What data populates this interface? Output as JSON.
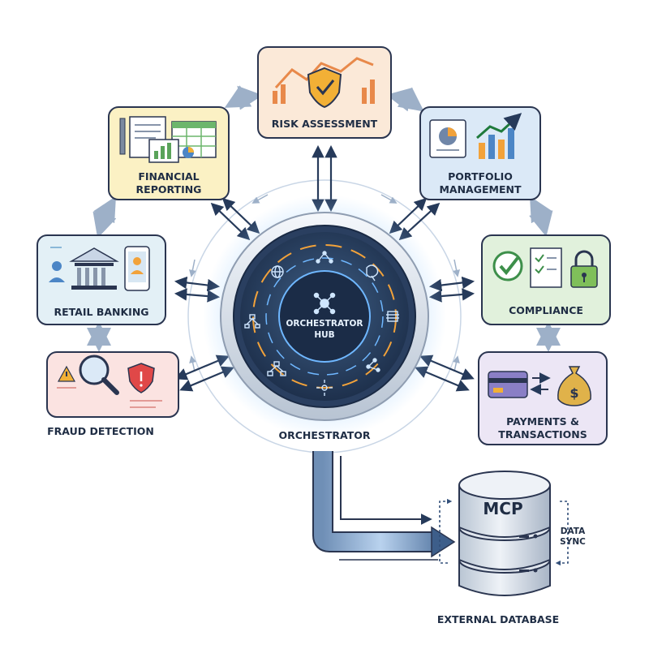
{
  "hub": {
    "title_line1": "ORCHESTRATOR",
    "title_line2": "HUB",
    "caption": "ORCHESTRATOR"
  },
  "modules": {
    "risk": {
      "label": "RISK ASSESSMENT",
      "icon": "shield-check-chart-icon",
      "color": "#fbe9d8"
    },
    "financial": {
      "line1": "FINANCIAL",
      "line2": "REPORTING",
      "icon": "document-spreadsheet-icon",
      "color": "#fbf1c4"
    },
    "portfolio": {
      "line1": "PORTFOLIO",
      "line2": "MANAGEMENT",
      "icon": "pie-bar-chart-icon",
      "color": "#dbe9f7"
    },
    "retail": {
      "label": "RETAIL BANKING",
      "icon": "bank-mobile-icon",
      "color": "#e3f0f6"
    },
    "compliance": {
      "label": "COMPLIANCE",
      "icon": "checkmark-lock-icon",
      "color": "#e1f1dc"
    },
    "fraud": {
      "label": "FRAUD DETECTION",
      "icon": "magnifier-alert-icon",
      "color": "#fbe3e1"
    },
    "payments": {
      "line1": "PAYMENTS &",
      "line2": "TRANSACTIONS",
      "icon": "card-money-bag-icon",
      "color": "#ece6f5"
    }
  },
  "database": {
    "name": "MCP",
    "caption": "EXTERNAL DATABASE",
    "sync_line1": "DATA",
    "sync_line2": "SYNC",
    "icon": "database-stack-icon"
  }
}
